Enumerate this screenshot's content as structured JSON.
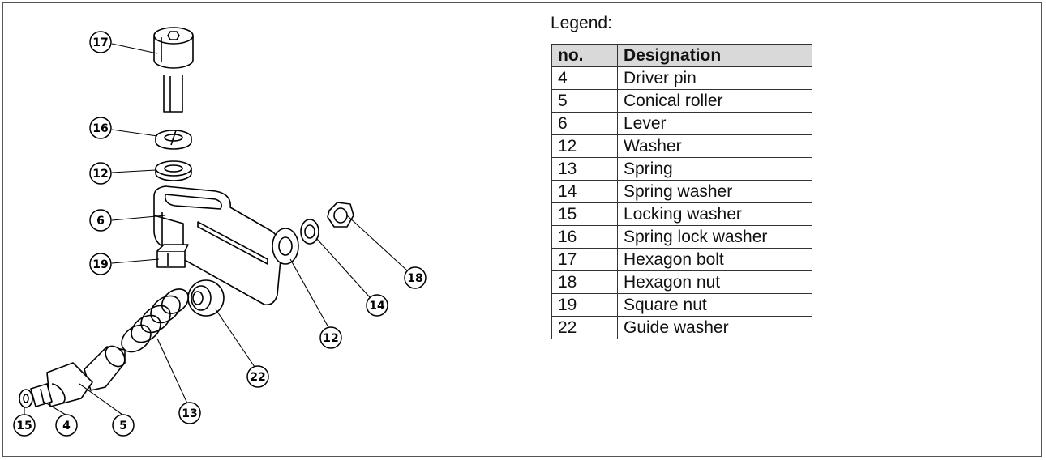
{
  "diagram": {
    "callouts": [
      "17",
      "16",
      "12",
      "6",
      "19",
      "18",
      "14",
      "12",
      "22",
      "13",
      "15",
      "4",
      "5"
    ]
  },
  "legend": {
    "title": "Legend:",
    "headers": {
      "no": "no.",
      "designation": "Designation"
    },
    "rows": [
      {
        "no": "4",
        "designation": "Driver pin"
      },
      {
        "no": "5",
        "designation": "Conical roller"
      },
      {
        "no": "6",
        "designation": "Lever"
      },
      {
        "no": "12",
        "designation": "Washer"
      },
      {
        "no": "13",
        "designation": "Spring"
      },
      {
        "no": "14",
        "designation": "Spring washer"
      },
      {
        "no": "15",
        "designation": "Locking washer"
      },
      {
        "no": "16",
        "designation": "Spring lock washer"
      },
      {
        "no": "17",
        "designation": "Hexagon bolt"
      },
      {
        "no": "18",
        "designation": "Hexagon nut"
      },
      {
        "no": "19",
        "designation": "Square nut"
      },
      {
        "no": "22",
        "designation": "Guide washer"
      }
    ]
  }
}
